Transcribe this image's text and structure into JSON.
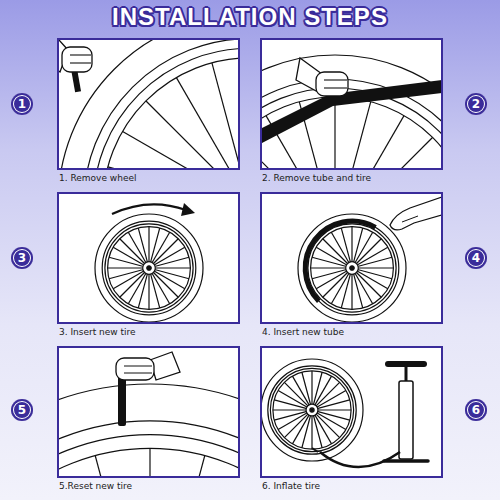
{
  "diagram": {
    "title": "INSTALLATION STEPS",
    "nodes": [
      {
        "text": [
          "1"
        ]
      },
      {
        "text": [
          "1. Remove wheel"
        ]
      },
      {
        "text": [
          "2. Remove tube and tire"
        ]
      },
      {
        "text": [
          "2"
        ]
      },
      {
        "text": [
          "3"
        ]
      },
      {
        "text": [
          "3. Insert new tire"
        ]
      },
      {
        "text": [
          "4. Insert new tube"
        ]
      },
      {
        "text": [
          "4"
        ]
      },
      {
        "text": [
          "5"
        ]
      },
      {
        "text": [
          "5.Reset new tire"
        ]
      },
      {
        "text": [
          "6. Inflate tire"
        ]
      },
      {
        "text": [
          "6"
        ]
      }
    ]
  }
}
